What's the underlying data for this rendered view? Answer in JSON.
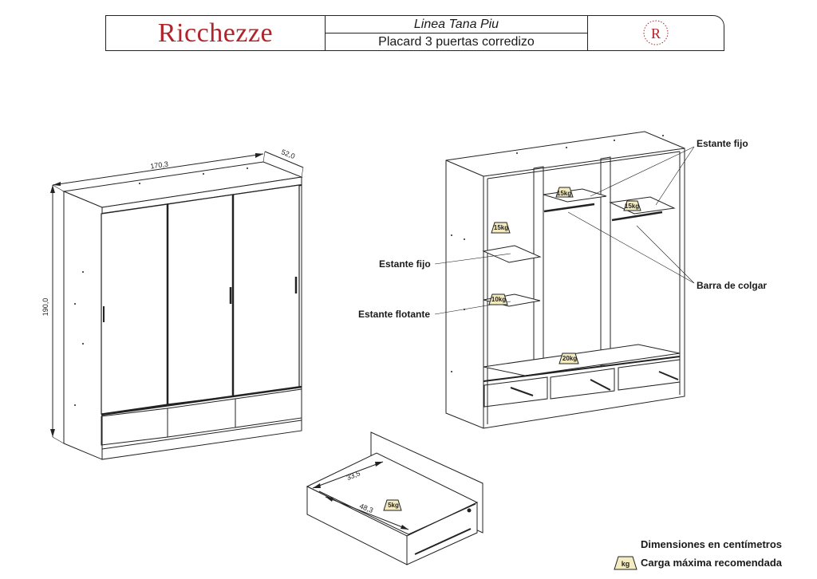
{
  "header": {
    "brand": "Ricchezze",
    "line_name": "Linea Tana Piu",
    "product": "Placard 3 puertas corredizo",
    "logo_letter": "R"
  },
  "dimensions": {
    "width": "170,3",
    "depth": "52,0",
    "height": "190,0",
    "drawer_depth": "33,5",
    "drawer_width": "48,3"
  },
  "loads": {
    "upper_shelf_center": "15kg",
    "upper_shelf_right": "15kg",
    "left_shelf": "15kg",
    "floating_shelf": "10kg",
    "bottom": "20kg",
    "drawer": "5kg",
    "legend_icon": "kg"
  },
  "callouts": {
    "fixed_shelf_top": "Estante fijo",
    "fixed_shelf_left": "Estante fijo",
    "floating_shelf": "Estante flotante",
    "hanging_bar": "Barra de colgar"
  },
  "legend": {
    "dimensions_note": "Dimensiones en centímetros",
    "load_note": "Carga máxima recomendada"
  },
  "colors": {
    "brand": "#b0242a",
    "line": "#222222",
    "weight_fill": "#f4ecc0"
  }
}
